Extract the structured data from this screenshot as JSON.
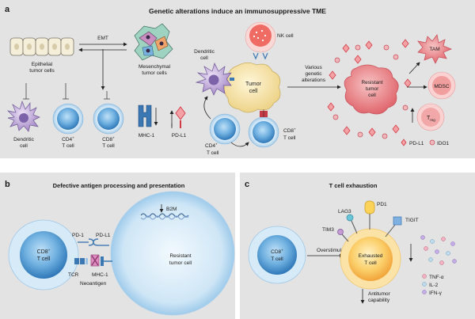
{
  "panel_a": {
    "letter": "a",
    "title": "Genetic alterations induce an immunosuppressive TME",
    "emt": "EMT",
    "epithelial_1": "Epithelial",
    "epithelial_2": "tumor cells",
    "mesenchymal_1": "Mesenchymal",
    "mesenchymal_2": "tumor cells",
    "dendritic_1": "Dendritic",
    "dendritic_2": "cell",
    "cd4_1": "CD4",
    "cd4_2": "T cell",
    "cd8_1": "CD8",
    "cd8_2": "T cell",
    "mhc1": "MHC-1",
    "pdl1": "PD-L1",
    "plus": "+",
    "nk": "NK cell",
    "dendritic_mid_1": "Dendritic",
    "dendritic_mid_2": "cell",
    "tumor_1": "Tumor",
    "tumor_2": "cell",
    "cd4_mid_1": "CD4",
    "cd4_mid_2": "T cell",
    "cd8_mid_1": "CD8",
    "cd8_mid_2": "T cell",
    "various_1": "Various",
    "various_2": "genetic",
    "various_3": "alterations",
    "resistant_1": "Resistant",
    "resistant_2": "tumor",
    "resistant_3": "cell",
    "tam": "TAM",
    "mdsc": "MDSC",
    "treg_t": "T",
    "treg_sub": "reg",
    "legend_pdl1": "PD-L1",
    "legend_ido1": "IDO1"
  },
  "panel_b": {
    "letter": "b",
    "title": "Defective antigen processing and presentation",
    "cd8_1": "CD8",
    "cd8_2": "T cell",
    "plus": "+",
    "pd1": "PD-1",
    "pdl1": "PD-L1",
    "tcr": "TCR",
    "mhc1": "MHC-1",
    "neoantigen": "Neoantigen",
    "b2m": "B2M",
    "resistant_1": "Resistant",
    "resistant_2": "tumor cell"
  },
  "panel_c": {
    "letter": "c",
    "title": "T cell exhaustion",
    "cd8_1": "CD8",
    "cd8_2": "T cell",
    "plus": "+",
    "overstim": "Overstimulation",
    "exhausted_1": "Exhausted",
    "exhausted_2": "T cell",
    "pd1": "PD1",
    "lag3": "LAG3",
    "tim3": "TIM3",
    "tigit": "TIGIT",
    "antitumor_1": "Antitumor",
    "antitumor_2": "capability",
    "tnf": "TNF-α",
    "il2": "IL-2",
    "ifn": "IFN-γ"
  },
  "colors": {
    "panel_bg": "#e3e3e4",
    "tcell_blue": "#5b9fd6",
    "tumor_yellow": "#f2df9a",
    "resistant_red": "#e8747a",
    "dendritic_purple": "#b49ad0",
    "nk_red": "#ea5c5c",
    "mhc_blue": "#3a77b3",
    "pdl1_red": "#d23b45"
  }
}
